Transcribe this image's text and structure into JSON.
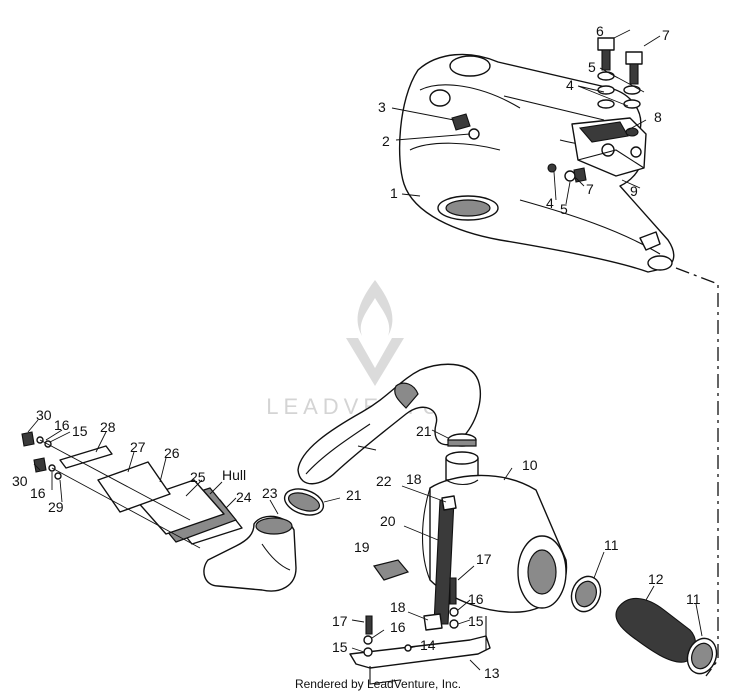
{
  "watermark": {
    "text": "LEADVENTURE",
    "logo": "flame-v-logo-icon"
  },
  "credit": "Rendered by LeadVenture, Inc.",
  "labels": [
    {
      "id": "p30a",
      "text": "30"
    },
    {
      "id": "p16a",
      "text": "16"
    },
    {
      "id": "p15a",
      "text": "15"
    },
    {
      "id": "p28",
      "text": "28"
    },
    {
      "id": "p27",
      "text": "27"
    },
    {
      "id": "p26",
      "text": "26"
    },
    {
      "id": "hull",
      "text": "Hull"
    },
    {
      "id": "p25",
      "text": "25"
    },
    {
      "id": "p24",
      "text": "24"
    },
    {
      "id": "p30b",
      "text": "30"
    },
    {
      "id": "p16b",
      "text": "16"
    },
    {
      "id": "p29",
      "text": "29"
    },
    {
      "id": "p23",
      "text": "23"
    },
    {
      "id": "p21a",
      "text": "21"
    },
    {
      "id": "p22",
      "text": "22"
    },
    {
      "id": "p21b",
      "text": "21"
    },
    {
      "id": "p10",
      "text": "10"
    },
    {
      "id": "p18a",
      "text": "18"
    },
    {
      "id": "p20",
      "text": "20"
    },
    {
      "id": "p19",
      "text": "19"
    },
    {
      "id": "p17a",
      "text": "17"
    },
    {
      "id": "p16c",
      "text": "16"
    },
    {
      "id": "p15b",
      "text": "15"
    },
    {
      "id": "p18b",
      "text": "18"
    },
    {
      "id": "p17b",
      "text": "17"
    },
    {
      "id": "p16d",
      "text": "16"
    },
    {
      "id": "p15c",
      "text": "15"
    },
    {
      "id": "p14",
      "text": "14"
    },
    {
      "id": "p13",
      "text": "13"
    },
    {
      "id": "p11a",
      "text": "11"
    },
    {
      "id": "p12",
      "text": "12"
    },
    {
      "id": "p11b",
      "text": "11"
    },
    {
      "id": "p6",
      "text": "6"
    },
    {
      "id": "p7a",
      "text": "7"
    },
    {
      "id": "p5a",
      "text": "5"
    },
    {
      "id": "p4a",
      "text": "4"
    },
    {
      "id": "p3",
      "text": "3"
    },
    {
      "id": "p8",
      "text": "8"
    },
    {
      "id": "p2",
      "text": "2"
    },
    {
      "id": "p1",
      "text": "1"
    },
    {
      "id": "p7b",
      "text": "7"
    },
    {
      "id": "p9",
      "text": "9"
    },
    {
      "id": "p4b",
      "text": "4"
    },
    {
      "id": "p5b",
      "text": "5"
    }
  ]
}
